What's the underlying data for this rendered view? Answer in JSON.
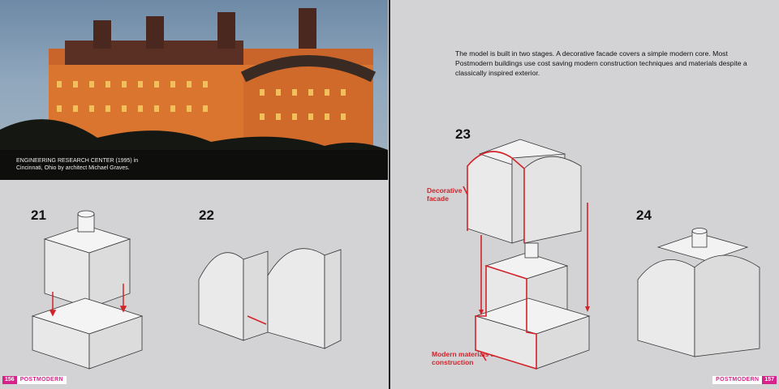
{
  "left_page": {
    "photo_caption": "ENGINEERING RESEARCH CENTER (1995) in Cincinnati, Ohio by architect Michael Graves.",
    "steps": [
      "21",
      "22"
    ],
    "page_number": "156",
    "section": "POSTMODERN"
  },
  "right_page": {
    "intro": "The model is built in two stages.  A decorative facade covers a simple modern core. Most Postmodern buildings use cost saving modern construction techniques and materials despite a classically inspired exterior.",
    "steps": [
      "23",
      "24"
    ],
    "labels": {
      "facade": "Decorative facade",
      "core": "Modern materials and construction"
    },
    "page_number": "157",
    "section": "POSTMODERN"
  },
  "colors": {
    "accent": "#d6238a",
    "annotation": "#d2232a"
  }
}
